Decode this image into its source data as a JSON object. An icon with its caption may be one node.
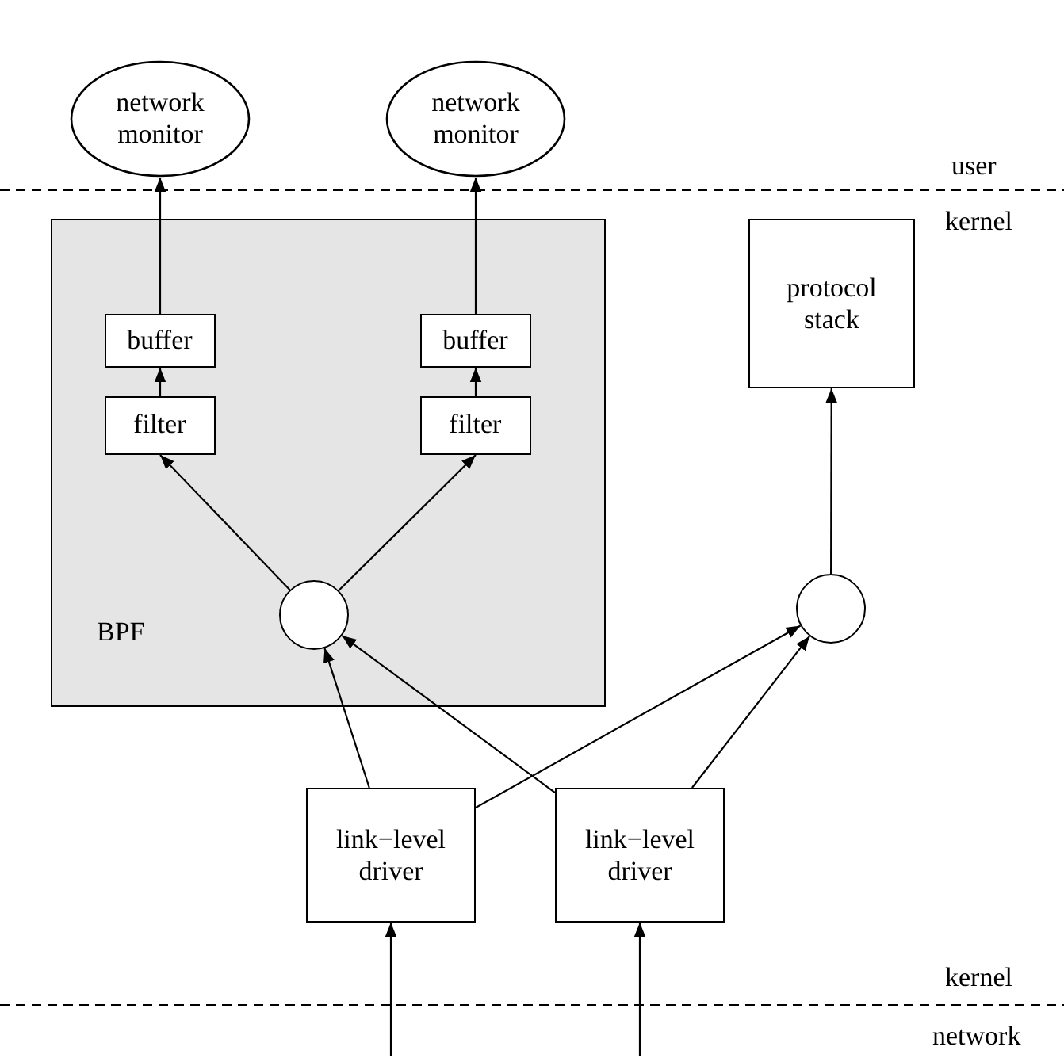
{
  "diagram": {
    "nodes": [
      {
        "text": [
          "network monitor"
        ]
      },
      {
        "text": [
          "network monitor"
        ]
      },
      {
        "text": [
          "BPF"
        ]
      },
      {
        "text": [
          "buffer"
        ],
        "in": 2
      },
      {
        "text": [
          "buffer"
        ],
        "in": 2
      },
      {
        "text": [
          "protocol stack"
        ]
      },
      {
        "text": [
          "filter"
        ],
        "in": 2
      },
      {
        "text": [
          "filter"
        ],
        "in": 2
      },
      {
        "text": [],
        "shape": "circle",
        "in": 2
      },
      {
        "text": [],
        "shape": "circle"
      },
      {
        "text": [
          "link−level driver"
        ]
      },
      {
        "text": [
          "link−level driver"
        ]
      }
    ],
    "edges": [
      {
        "from": 3,
        "to": 0,
        "arrow": "to"
      },
      {
        "from": 4,
        "to": 1,
        "arrow": "to"
      },
      {
        "from": 6,
        "to": 3,
        "arrow": "to"
      },
      {
        "from": 7,
        "to": 4,
        "arrow": "to"
      },
      {
        "from": 8,
        "to": 6,
        "arrow": "to"
      },
      {
        "from": 8,
        "to": 7,
        "arrow": "to"
      },
      {
        "from": 9,
        "to": 5,
        "arrow": "to"
      },
      {
        "from": 10,
        "to": 8,
        "arrow": "to"
      },
      {
        "from": 10,
        "to": 9,
        "arrow": "to"
      },
      {
        "from": 11,
        "to": 8,
        "arrow": "to"
      },
      {
        "from": 11,
        "to": 9,
        "arrow": "to"
      },
      {
        "from": null,
        "to": 10,
        "arrow": "to"
      },
      {
        "from": null,
        "to": 11,
        "arrow": "to"
      }
    ],
    "labels": [
      "user",
      "kernel",
      "kernel",
      "network"
    ]
  }
}
